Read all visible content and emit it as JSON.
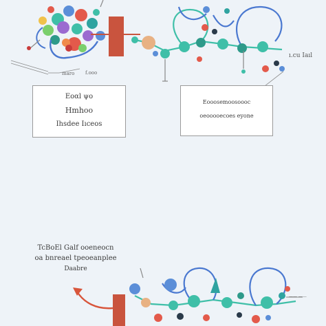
{
  "left_box": {
    "line1": "Εοαl ψο",
    "line2": "Hmhoo",
    "line3": "Ihsdee Iıceos"
  },
  "right_box": {
    "line1": "Eooosemoosoooc",
    "line2": "oeooooecoes eyone"
  },
  "labels": {
    "top_a": "maro",
    "top_b": "f.ooo",
    "right": "ı.cu Iaıl",
    "bottom": "—— ——"
  },
  "caption": {
    "line1": "TcBoEl Galf ooeneocn",
    "line2": "oa bnreael tpeoeanplee",
    "line3": "Daabre"
  },
  "colors": {
    "background": "#eef3f8",
    "chain_teal": "#3fbfa8",
    "loop_blue": "#4a78d0",
    "connector_red": "#c9543e",
    "arrow_red": "#d8553b"
  }
}
